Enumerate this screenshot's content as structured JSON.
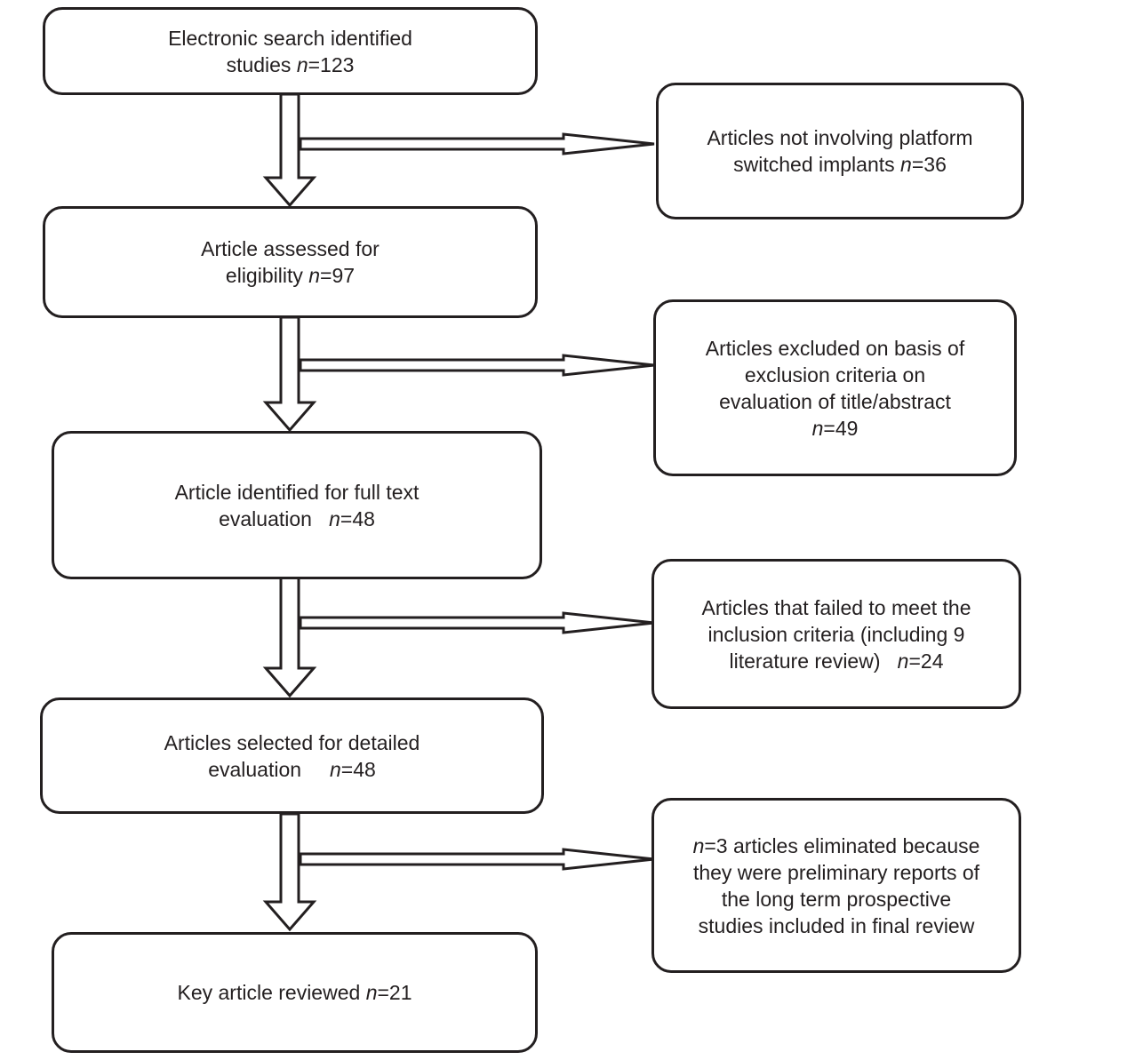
{
  "flow": {
    "title": "Article selection flowchart",
    "colors": {
      "ink": "#231f20",
      "background": "#ffffff"
    },
    "left_boxes": [
      {
        "id": "electronic-search",
        "lines": [
          [
            {
              "t": "Electronic search identified"
            }
          ],
          [
            {
              "t": "studies "
            },
            {
              "t": "n",
              "i": true
            },
            {
              "t": "=123"
            }
          ]
        ]
      },
      {
        "id": "assessed-eligibility",
        "lines": [
          [
            {
              "t": "Article assessed for"
            }
          ],
          [
            {
              "t": "eligibility "
            },
            {
              "t": "n",
              "i": true
            },
            {
              "t": "=97"
            }
          ]
        ]
      },
      {
        "id": "full-text-evaluation",
        "lines": [
          [
            {
              "t": "Article identified for full text"
            }
          ],
          [
            {
              "t": "evaluation   "
            },
            {
              "t": "n",
              "i": true
            },
            {
              "t": "=48"
            }
          ]
        ]
      },
      {
        "id": "detailed-evaluation",
        "lines": [
          [
            {
              "t": "Articles selected for detailed"
            }
          ],
          [
            {
              "t": "evaluation     "
            },
            {
              "t": "n",
              "i": true
            },
            {
              "t": "=48"
            }
          ]
        ]
      },
      {
        "id": "key-articles-reviewed",
        "lines": [
          [
            {
              "t": "Key article reviewed "
            },
            {
              "t": "n",
              "i": true
            },
            {
              "t": "=21"
            }
          ]
        ]
      }
    ],
    "right_boxes": [
      {
        "id": "not-platform-switched",
        "lines": [
          [
            {
              "t": "Articles not involving platform"
            }
          ],
          [
            {
              "t": "switched implants "
            },
            {
              "t": "n",
              "i": true
            },
            {
              "t": "=36"
            }
          ]
        ]
      },
      {
        "id": "excluded-title-abstract",
        "lines": [
          [
            {
              "t": "Articles excluded on basis of"
            }
          ],
          [
            {
              "t": "exclusion criteria on"
            }
          ],
          [
            {
              "t": "evaluation of title/abstract"
            }
          ],
          [
            {
              "t": "n",
              "i": true
            },
            {
              "t": "=49"
            }
          ]
        ]
      },
      {
        "id": "failed-inclusion-criteria",
        "lines": [
          [
            {
              "t": "Articles that failed to meet the"
            }
          ],
          [
            {
              "t": "inclusion criteria (including 9"
            }
          ],
          [
            {
              "t": "literature review)   "
            },
            {
              "t": "n",
              "i": true
            },
            {
              "t": "=24"
            }
          ]
        ]
      },
      {
        "id": "preliminary-reports-eliminated",
        "lines": [
          [
            {
              "t": "n",
              "i": true
            },
            {
              "t": "=3 articles eliminated because"
            }
          ],
          [
            {
              "t": "they were preliminary reports of"
            }
          ],
          [
            {
              "t": "the long term prospective"
            }
          ],
          [
            {
              "t": "studies included in final review"
            }
          ]
        ]
      }
    ]
  }
}
